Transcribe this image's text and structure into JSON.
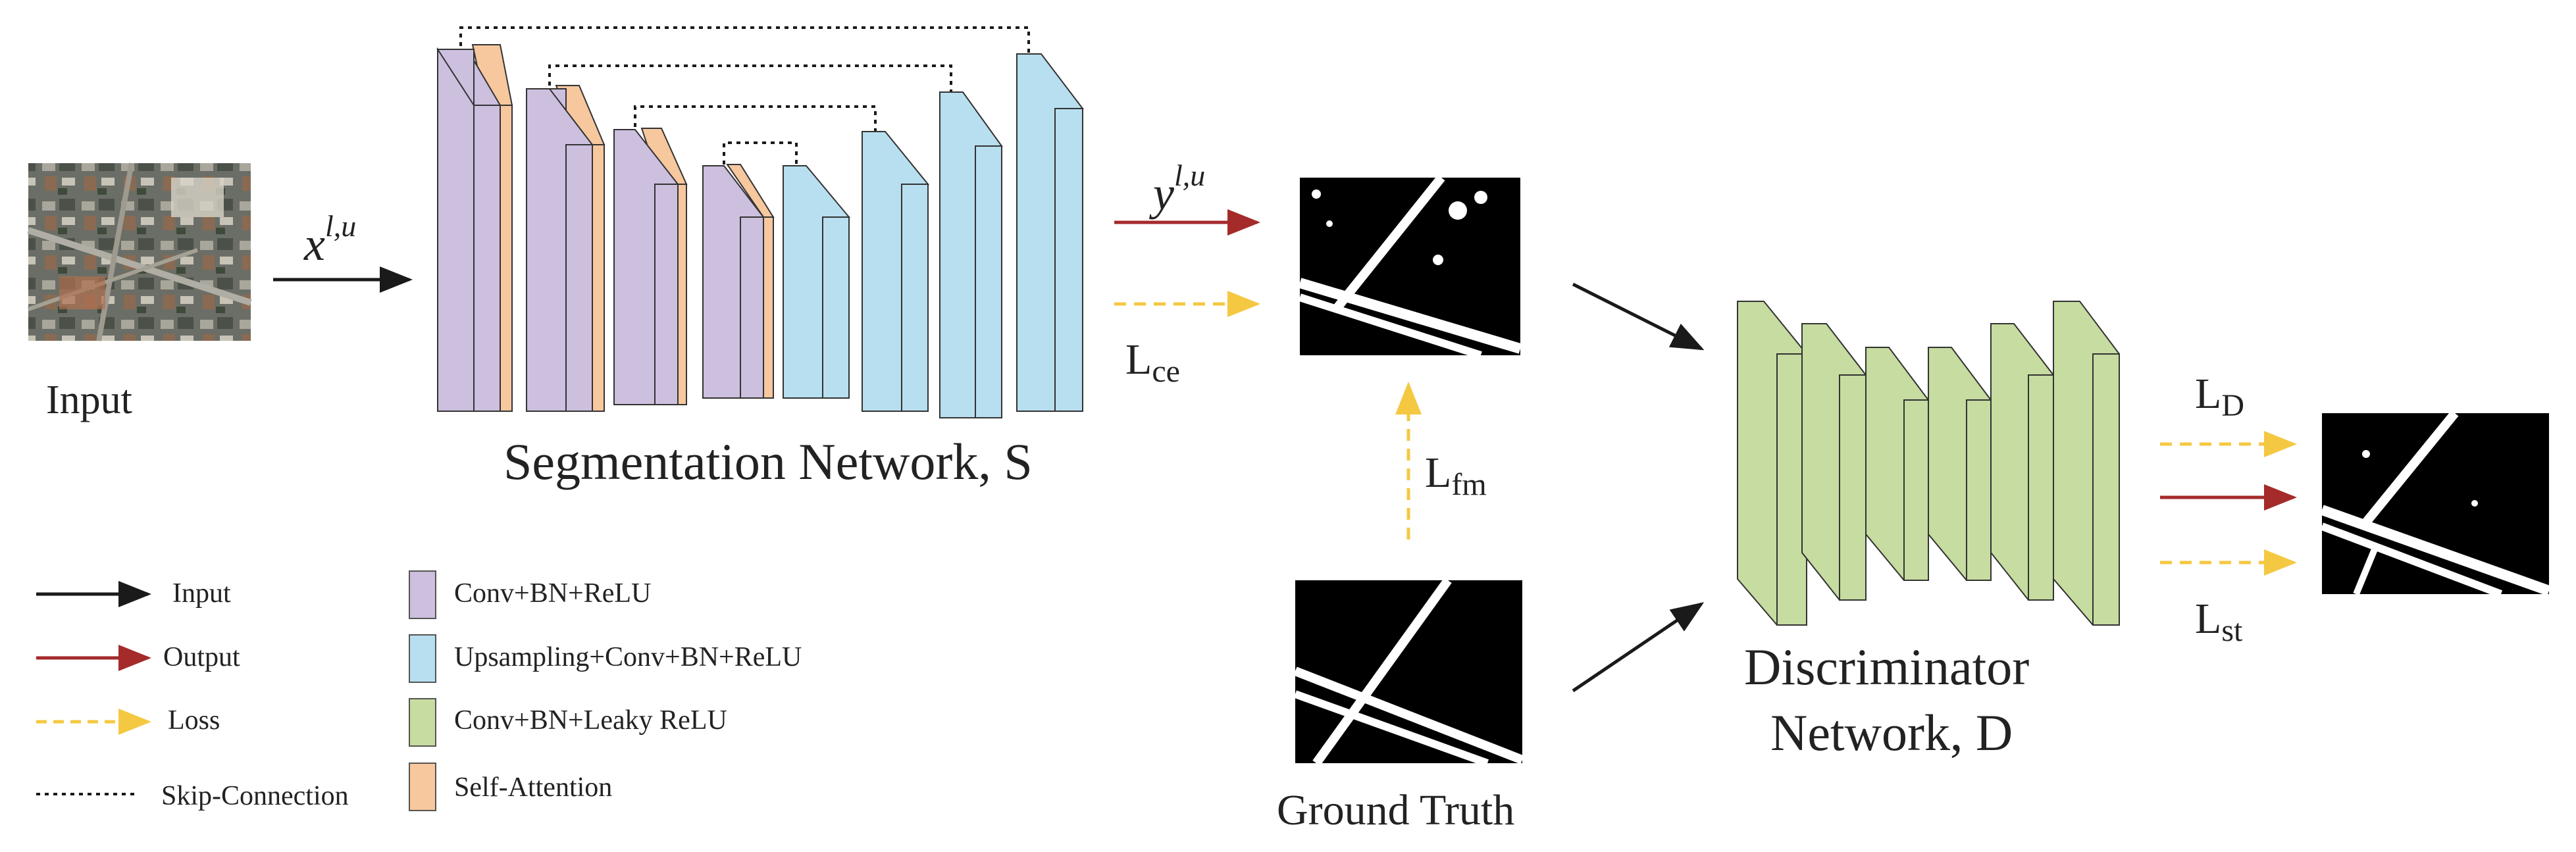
{
  "labels": {
    "input": "Input",
    "x_var": "x",
    "x_sup": "l,u",
    "y_var": "y",
    "y_sup": "l,u",
    "lce_main": "L",
    "lce_sub": "ce",
    "lfm_main": "L",
    "lfm_sub": "fm",
    "ld_main": "L",
    "ld_sub": "D",
    "lst_main": "L",
    "lst_sub": "st",
    "seg_title": "Segmentation Network, S",
    "disc_title_1": "Discriminator",
    "disc_title_2": "Network, D",
    "ground_truth": "Ground Truth"
  },
  "legend": {
    "arrows": [
      {
        "label": "Input",
        "color": "#1a1a1a",
        "style": "solid"
      },
      {
        "label": "Output",
        "color": "#a52a2a",
        "style": "solid"
      },
      {
        "label": "Loss",
        "color": "#f5c842",
        "style": "dashed"
      },
      {
        "label": "Skip-Connection",
        "color": "#1a1a1a",
        "style": "dotted"
      }
    ],
    "blocks": [
      {
        "label": "Conv+BN+ReLU",
        "color": "#cdbfde"
      },
      {
        "label": "Upsampling+Conv+BN+ReLU",
        "color": "#b8dff0"
      },
      {
        "label": "Conv+BN+Leaky ReLU",
        "color": "#c6dca0"
      },
      {
        "label": "Self-Attention",
        "color": "#f7c79e"
      }
    ]
  },
  "colors": {
    "conv": "#cdbfde",
    "upsampling": "#b8dff0",
    "leaky": "#c6dca0",
    "attention": "#f7c79e",
    "arrow_input": "#1a1a1a",
    "arrow_output": "#a52a2a",
    "arrow_loss": "#f5c842"
  }
}
